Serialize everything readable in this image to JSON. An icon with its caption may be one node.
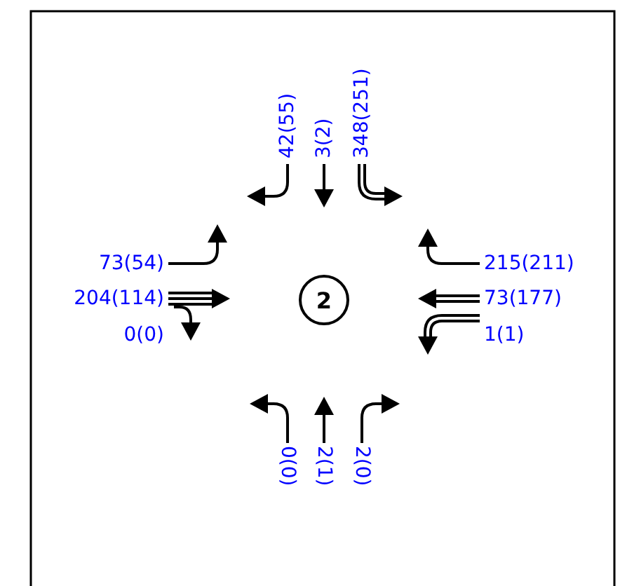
{
  "diagram": {
    "nodes": [
      {
        "text": [
          "2"
        ]
      }
    ],
    "labels": [
      "42(55)",
      "3(2)",
      "348(251)",
      "73(54)",
      "204(114)",
      "0(0)",
      "215(211)",
      "73(177)",
      "1(1)",
      "0(0)",
      "2(1)",
      "2(0)"
    ]
  }
}
